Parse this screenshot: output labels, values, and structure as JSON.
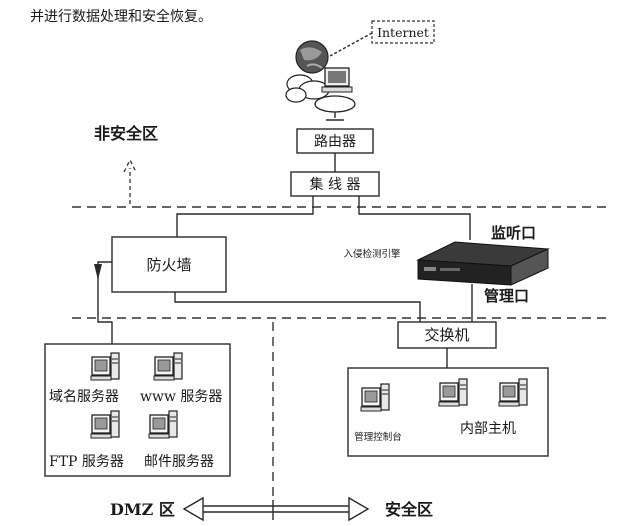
{
  "caption": "并进行数据处理和安全恢复。",
  "internet_label": "Internet",
  "router_label": "路由器",
  "hub_label": "集 线 器",
  "firewall_label": "防火墙",
  "ids_label": "入侵检测引擎",
  "monitor_port_label": "监听口",
  "mgmt_port_label": "管理口",
  "switch_label": "交换机",
  "unsafe_zone_label": "非安全区",
  "dmz_servers": {
    "dns": "域名服务器",
    "www": "www 服务器",
    "ftp": "FTP 服务器",
    "mail": "邮件服务器"
  },
  "console_label": "管理控制台",
  "internal_hosts_label": "内部主机",
  "dmz_zone_label": "DMZ 区",
  "safe_zone_label": "安全区"
}
